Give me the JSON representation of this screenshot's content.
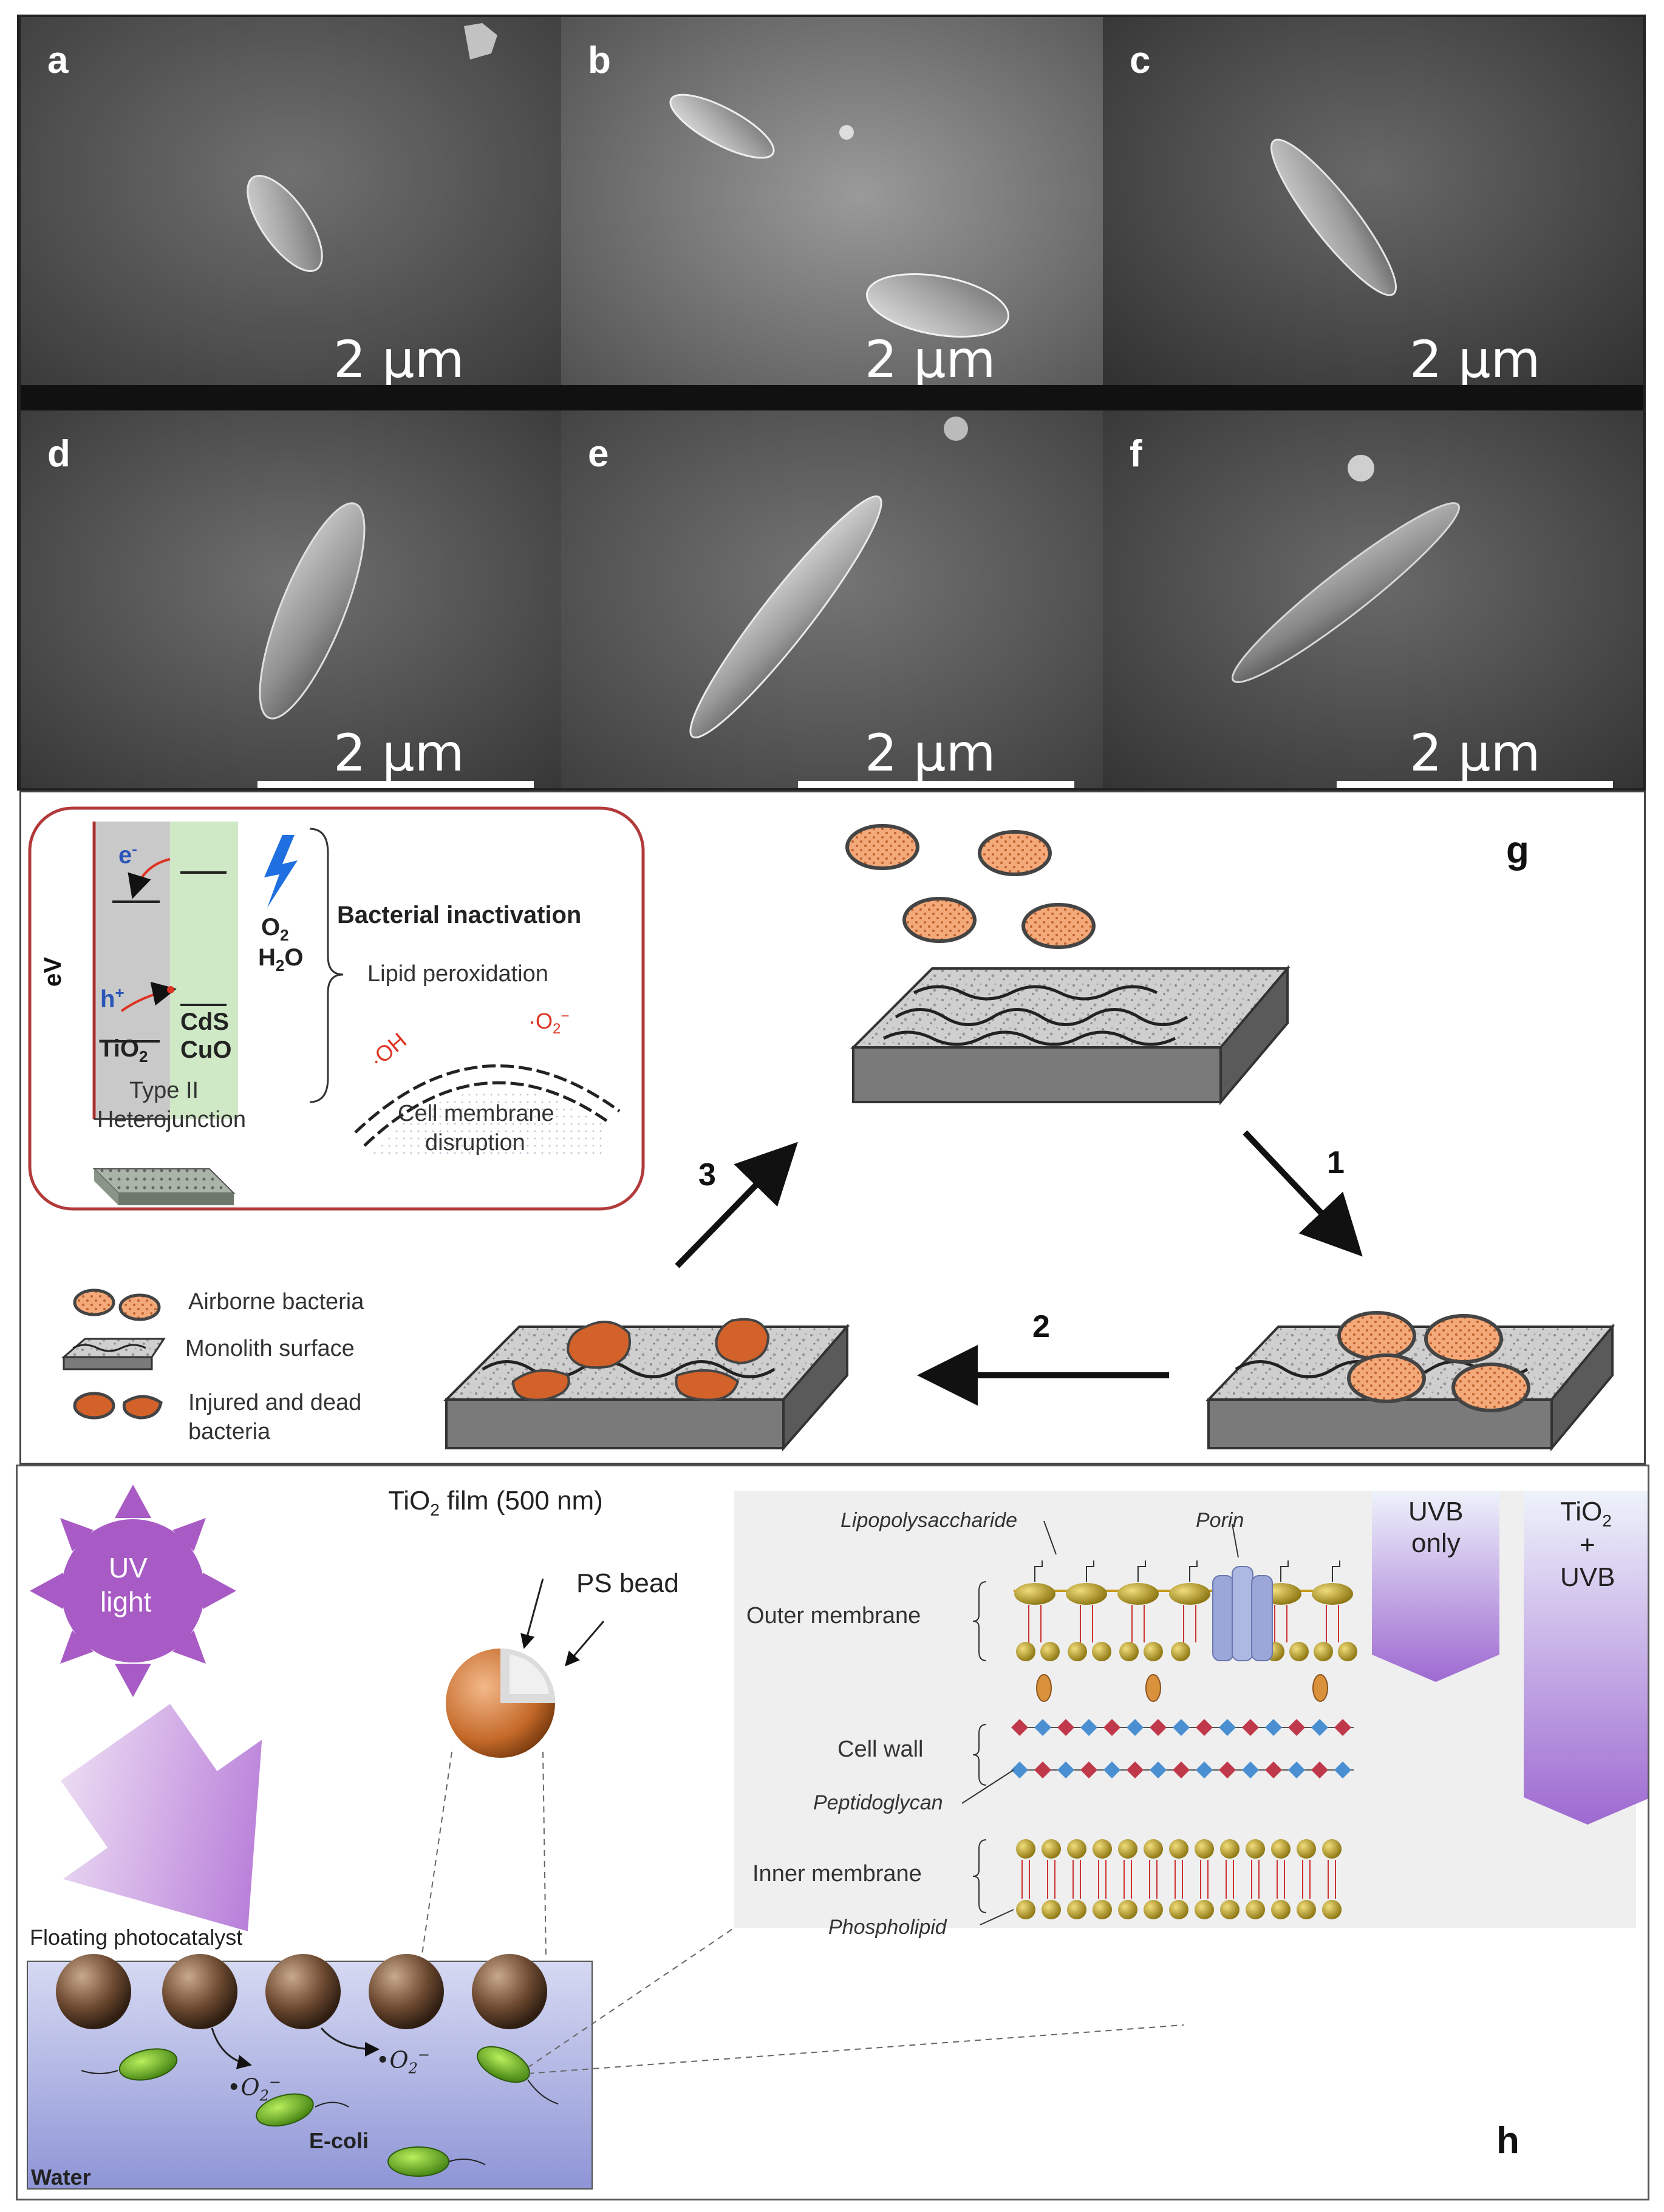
{
  "sem_panels": [
    {
      "letter": "a",
      "scale": "2 µm"
    },
    {
      "letter": "b",
      "scale": "2 µm"
    },
    {
      "letter": "c",
      "scale": "2 µm"
    },
    {
      "letter": "d",
      "scale": "2 µm"
    },
    {
      "letter": "e",
      "scale": "2 µm"
    },
    {
      "letter": "f",
      "scale": "2 µm"
    }
  ],
  "panel_g": {
    "letter": "g",
    "inset": {
      "ev": "eV",
      "e_minus": "e",
      "e_sup": "-",
      "h_plus": "h",
      "h_sup": "+",
      "tio2": "TiO",
      "tio2_sub": "2",
      "cds": "CdS",
      "cuo": "CuO",
      "o2": "O",
      "o2_sub": "2",
      "h2o": "H",
      "h2o_sub": "2",
      "h2o_o": "O",
      "type2": "Type II",
      "heterojunction": "Heterojunction",
      "bacterial_inactivation": "Bacterial inactivation",
      "lipid": "Lipid peroxidation",
      "oh": "·OH",
      "o2rad": "·O",
      "o2rad_sub": "2",
      "o2rad_sup": "−",
      "cell_membrane": "Cell membrane",
      "disruption": "disruption"
    },
    "steps": {
      "one": "1",
      "two": "2",
      "three": "3"
    },
    "legend": {
      "airborne": "Airborne bacteria",
      "monolith": "Monolith surface",
      "injured": "Injured and dead",
      "bacteria": "bacteria"
    }
  },
  "panel_h": {
    "letter": "h",
    "uv_line1": "UV",
    "uv_line2": "light",
    "tio2_film": "TiO",
    "tio2_film_sub": "2",
    "tio2_film_rest": " film (500 nm)",
    "ps_bead": "PS bead",
    "floating": "Floating photocatalyst",
    "water": "Water",
    "ecoli": "E-coli",
    "o2_rad": "•O",
    "o2_rad_sub": "2",
    "o2_rad_sup": "−",
    "lipopolysaccharide": "Lipopolysaccharide",
    "porin": "Porin",
    "outer_membrane": "Outer membrane",
    "cell_wall": "Cell wall",
    "peptidoglycan": "Peptidoglycan",
    "inner_membrane": "Inner membrane",
    "phospholipid": "Phospholipid",
    "uvb_only_1": "UVB",
    "uvb_only_2": "only",
    "tio2_uvb_1": "TiO",
    "tio2_uvb_1_sub": "2",
    "tio2_uvb_2": "+",
    "tio2_uvb_3": "UVB"
  }
}
